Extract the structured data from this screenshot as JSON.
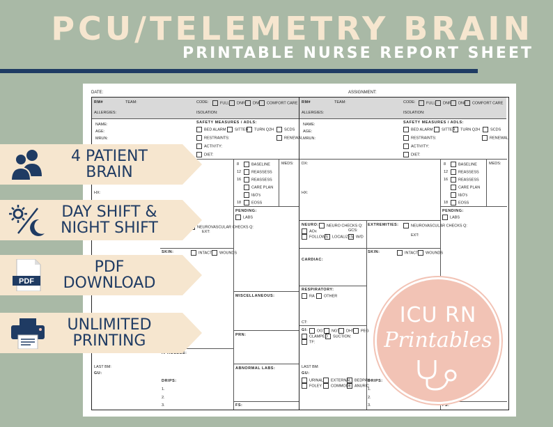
{
  "title": "PCU/TELEMETRY BRAIN",
  "subtitle": "PRINTABLE NURSE REPORT SHEET",
  "sheet": {
    "date": "DATE:",
    "assignment": "ASSIGNMENT:",
    "rm": "RM#",
    "team": "TEAM:",
    "code": "CODE:",
    "code_opts": [
      "FULL",
      "DNR",
      "DNI",
      "COMFORT CARE"
    ],
    "allergies": "ALLERGIES:",
    "isolation": "ISOLATION:",
    "name": "NAME:",
    "age": "AGE:",
    "mrun": "MRUN:",
    "safety": "SAFETY MEASURES / ADLS:",
    "safety_opts": [
      "BED ALARM",
      "SITTER",
      "TURN Q2H",
      "SCDS"
    ],
    "restraints": "RESTRAINTS:",
    "renewal": "RENEWAL",
    "activity": "ACTIVITY:",
    "diet": "DIET:",
    "dx": "DX:",
    "hx": "HX:",
    "meds": "MEDS:",
    "times": [
      "8",
      "12",
      "16",
      "",
      "",
      "18"
    ],
    "tasks": [
      "BASELINE",
      "REASSESS",
      "REASSESS",
      "CARE PLAN",
      "I&O's",
      "EOSS"
    ],
    "pending": "PENDING:",
    "labs": "LABS",
    "neuro": "NEURO:",
    "neuro_checks": "NEURO CHECKS Q:",
    "gcs": "GCS:",
    "neuro_opts": [
      "AOx",
      "FOLLOWS",
      "LOCALIZES",
      "W/D"
    ],
    "extremities": "EXTREMITIES:",
    "neurovascular": "NEUROVASCULAR CHECKS Q:",
    "ext": "EXT:",
    "skin": "SKIN:",
    "intact": "INTACT",
    "wounds": "WOUNDS",
    "cardiac": "CARDIAC:",
    "misc": "MISCELLANEOUS:",
    "respiratory": "RESPIRATORY:",
    "ra": "RA",
    "other": "OTHER",
    "ct": "CT:",
    "gi": "GI:",
    "gi_opts": [
      "OGT",
      "NGT",
      "DHT",
      "PEG",
      "CLAMPED",
      "SUCTION:",
      "TF:"
    ],
    "prn": "PRN:",
    "iv": "IV ACCESS:",
    "abnormal_labs": "ABNORMAL LABS:",
    "last_bm": "LAST BM:",
    "gu": "GU:",
    "gu_opts": [
      "URINAL",
      "EXTERNAL",
      "BEDPAN",
      "FOLEY",
      "COMMODE",
      "ANURIC"
    ],
    "drips": "DRIPS:",
    "drip_lines": [
      "1.",
      "2.",
      "3."
    ],
    "fs": "FS:"
  },
  "banners": [
    {
      "line1": "4 PATIENT",
      "line2": "BRAIN",
      "icon": "people-icon"
    },
    {
      "line1": "DAY SHIFT &",
      "line2": "NIGHT SHIFT",
      "icon": "sun-moon-icon"
    },
    {
      "line1": "PDF",
      "line2": "DOWNLOAD",
      "icon": "pdf-file-icon"
    },
    {
      "line1": "UNLIMITED",
      "line2": "PRINTING",
      "icon": "printer-icon"
    }
  ],
  "pdf_icon_label": "PDF",
  "badge": {
    "line1": "ICU RN",
    "line2": "Printables"
  },
  "colors": {
    "background": "#a9b9a6",
    "navy": "#1f3b63",
    "cream": "#f6e6cf",
    "badge": "#f2c3b5"
  }
}
